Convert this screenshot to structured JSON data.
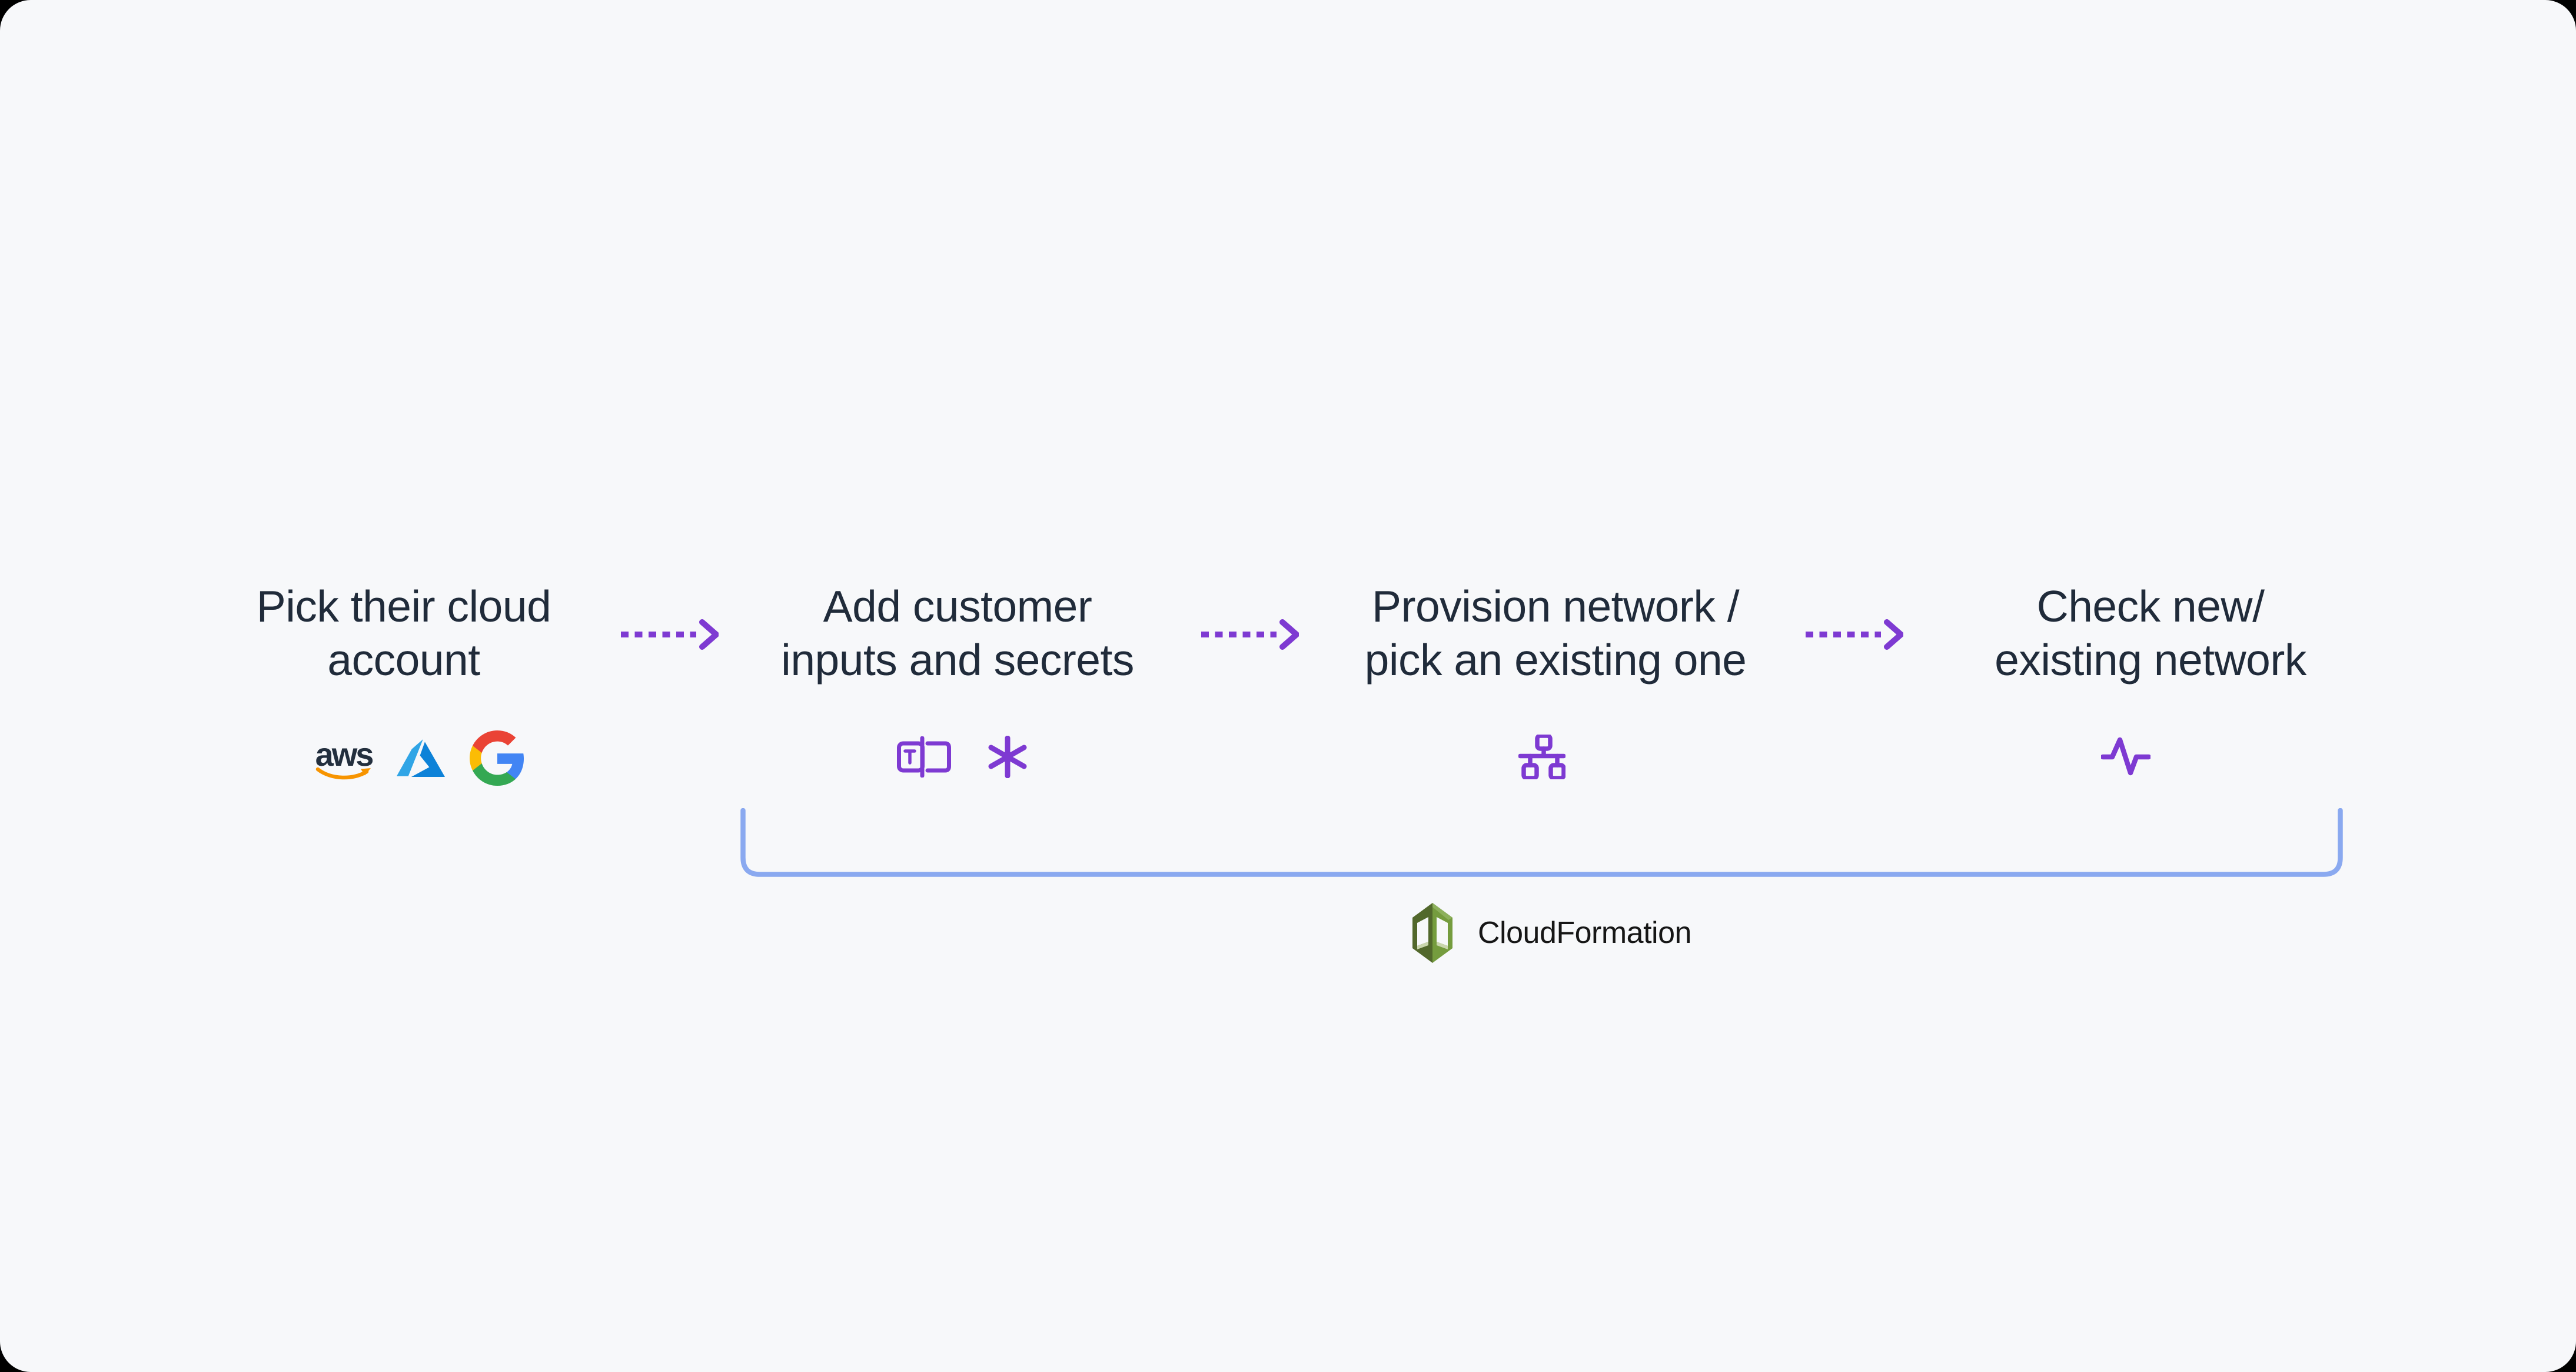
{
  "canvas": {
    "background": "#f7f8fa",
    "corner_backdrop": "#000000"
  },
  "colors": {
    "title_text": "#202b3a",
    "accent_purple": "#7e3ad2",
    "bracket_blue": "#8aa9f0",
    "label_text": "#161616",
    "aws_navy": "#232f3e",
    "aws_orange": "#f79400",
    "azure_blue_light": "#30a5e6",
    "azure_blue": "#0d82d8",
    "google_blue": "#4285F4",
    "google_green": "#34A853",
    "google_yellow": "#FBBC05",
    "google_red": "#EA4335",
    "cloudformation_green_dark": "#52682c",
    "cloudformation_green": "#759c3e"
  },
  "steps": [
    {
      "line1": "Pick their cloud",
      "line2": "account",
      "icons": [
        "aws-logo",
        "azure-logo",
        "google-g-logo"
      ]
    },
    {
      "line1": "Add customer",
      "line2": "inputs and secrets",
      "icons": [
        "text-input-icon",
        "asterisk-icon"
      ]
    },
    {
      "line1": "Provision network /",
      "line2": "pick an existing one",
      "icons": [
        "network-icon"
      ]
    },
    {
      "line1": "Check new/",
      "line2": "existing network",
      "icons": [
        "activity-icon"
      ]
    }
  ],
  "aws_logo_text": "aws",
  "connectors": {
    "style": "dashed-arrow",
    "count": 3
  },
  "cloudformation": {
    "label": "CloudFormation",
    "icon": "cloudformation-icon"
  }
}
